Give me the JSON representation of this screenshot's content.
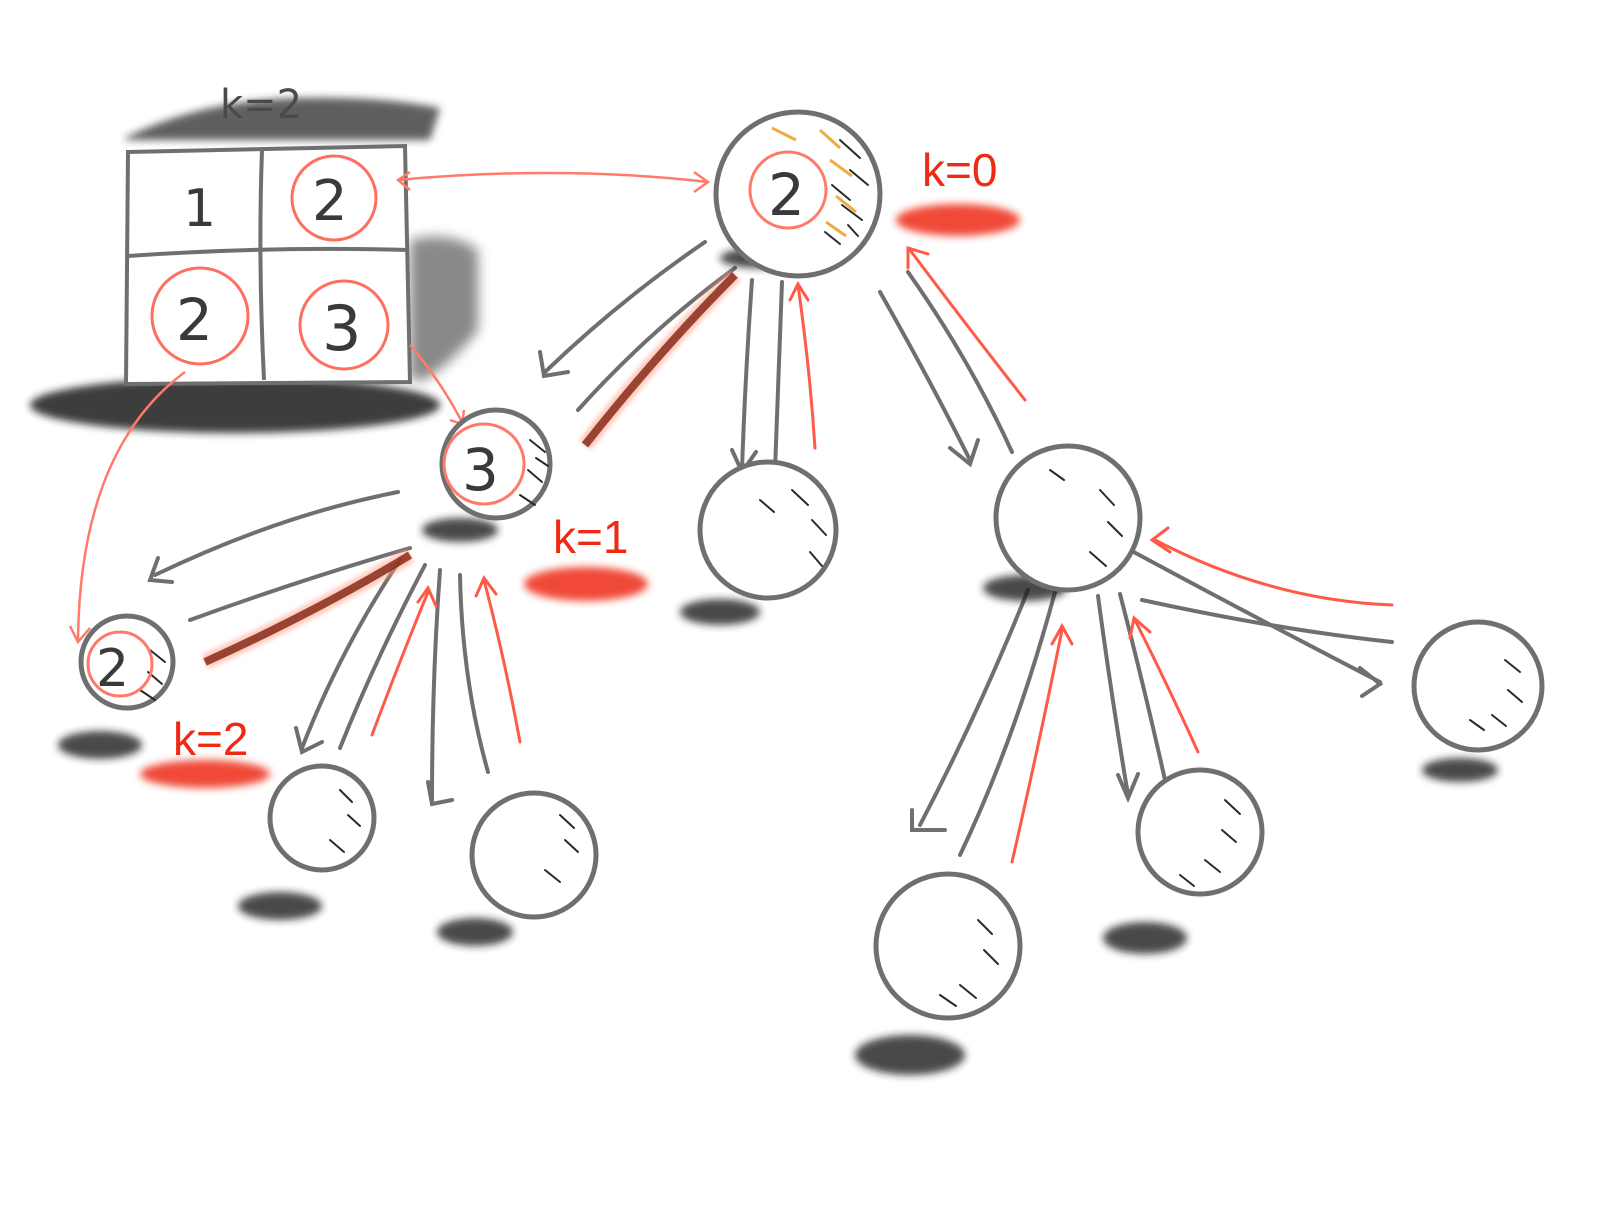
{
  "grid": {
    "title": "k=2",
    "cells": [
      "1",
      "2",
      "2",
      "3"
    ],
    "circled": [
      false,
      true,
      true,
      true
    ]
  },
  "levels": {
    "k0": "k=0",
    "k1": "k=1",
    "k2": "k=2"
  },
  "nodes": {
    "root": "2",
    "level1_left": "3",
    "level2_left": "2"
  },
  "colors": {
    "stroke": "#6f6f6f",
    "accent": "#ee2a14",
    "highlight": "#8a2a1a",
    "pen_red": "#ff6f5f"
  }
}
